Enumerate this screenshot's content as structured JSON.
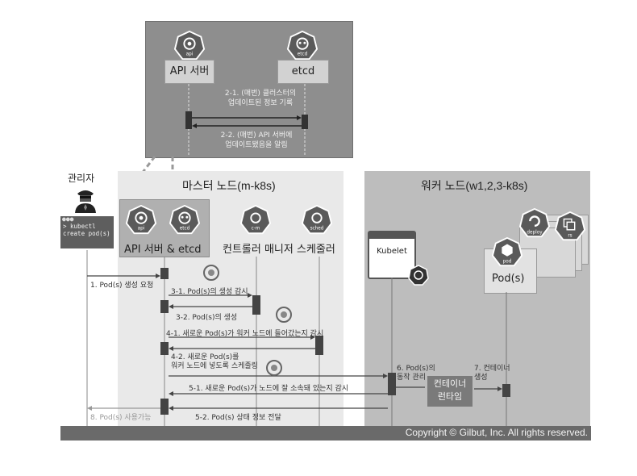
{
  "top_panel": {
    "api_icon_text": "api",
    "api_label": "API 서버",
    "etcd_icon_text": "etcd",
    "etcd_label": "etcd",
    "msg_21_line1": "2-1. (매번) 클러스터의",
    "msg_21_line2": "업데이트된 정보 기록",
    "msg_22_line1": "2-2. (매번) API 서버에",
    "msg_22_line2": "업데이트됐음을 알림"
  },
  "admin": {
    "label": "관리자",
    "terminal_line1": "> kubectl",
    "terminal_line2": "create pod(s)"
  },
  "master": {
    "title": "마스터 노드(m-k8s)",
    "api_icon_text": "api",
    "etcd_icon_text": "etcd",
    "api_etcd_label": "API 서버 & etcd",
    "cm_icon_text": "c-m",
    "cm_label": "컨트롤러 매니저",
    "sched_icon_text": "sched",
    "sched_label": "스케줄러"
  },
  "worker": {
    "title": "워커 노드(w1,2,3-k8s)",
    "kubelet_label": "Kubelet",
    "deploy_icon_text": "deploy",
    "rs_icon_text": "rs",
    "pod_icon_text": "pod",
    "pods_label": "Pod(s)",
    "runtime_line1": "컨테이너",
    "runtime_line2": "런타임"
  },
  "messages": {
    "m1": "1. Pod(s) 생성 요청",
    "m31": "3-1. Pod(s)의 생성 감시",
    "m32": "3-2. Pod(s)의 생성",
    "m41": "4-1. 새로운 Pod(s)가 워커 노드에 들어갔는지 감시",
    "m42_line1": "4-2. 새로운 Pod(s)를",
    "m42_line2": "워커 노드에 넣도록 스케줄링",
    "m6_line1": "6. Pod(s)의",
    "m6_line2": "동작 관리",
    "m7_line1": "7. 컨테이너",
    "m7_line2": "생성",
    "m51": "5-1. 새로운 Pod(s)가 노드에 잘 소속돼 있는지 감시",
    "m52": "5-2. Pod(s) 상태 정보 전달",
    "m8": "8. Pod(s) 사용가능"
  },
  "footer": {
    "copyright": "Copyright © Gilbut, Inc. All rights reserved."
  }
}
